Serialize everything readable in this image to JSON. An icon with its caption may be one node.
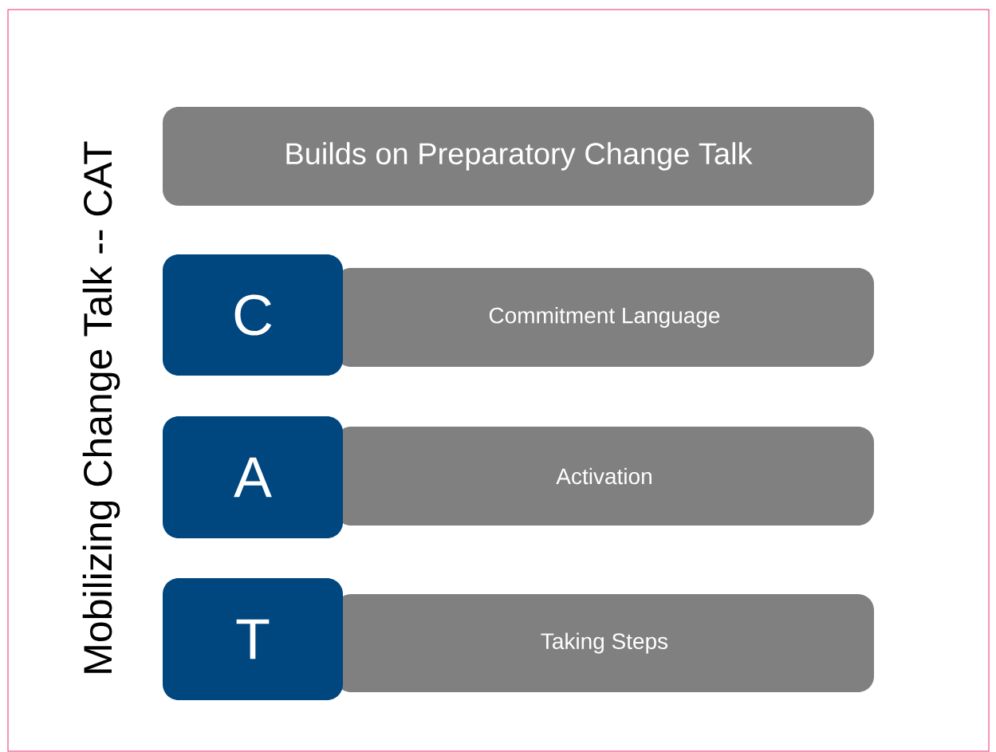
{
  "diagram": {
    "title": "Mobilizing Change Talk -- CAT",
    "nodes": [
      {
        "text": [
          "Builds on Preparatory Change Talk"
        ]
      },
      {
        "text": [
          "C"
        ]
      },
      {
        "text": [
          "Commitment Language"
        ]
      },
      {
        "text": [
          "A"
        ]
      },
      {
        "text": [
          "Activation"
        ]
      },
      {
        "text": [
          "T"
        ]
      },
      {
        "text": [
          "Taking Steps"
        ]
      }
    ]
  }
}
